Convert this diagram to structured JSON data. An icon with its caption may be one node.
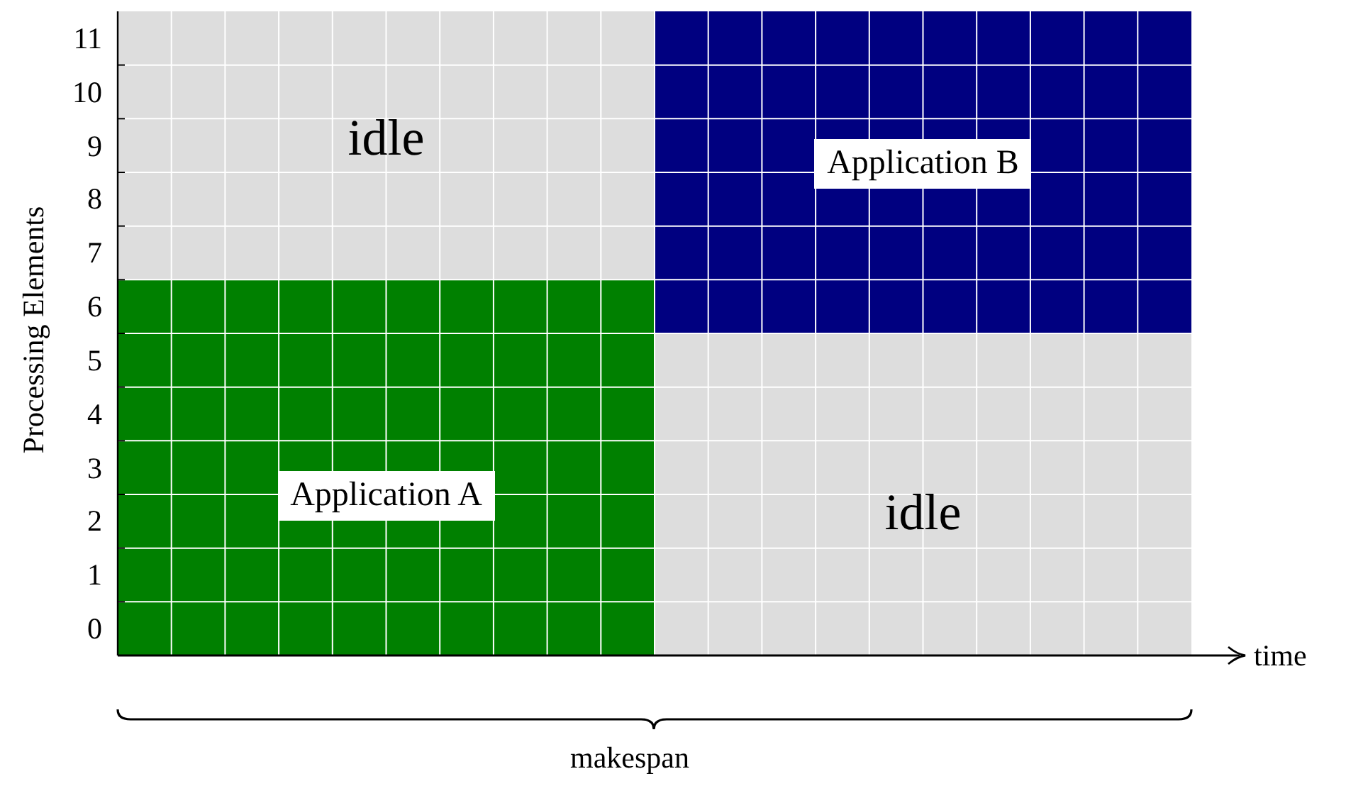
{
  "diagram": {
    "nodes": [
      {
        "text": [
          "idle"
        ]
      },
      {
        "text": [
          "Application B"
        ]
      },
      {
        "text": [
          "Application A"
        ]
      },
      {
        "text": [
          "idle"
        ]
      }
    ],
    "labels": [
      "11",
      "10",
      "9",
      "8",
      "7",
      "6",
      "5",
      "4",
      "3",
      "2",
      "1",
      "0",
      "Processing Elements",
      "time",
      "makespan"
    ]
  }
}
